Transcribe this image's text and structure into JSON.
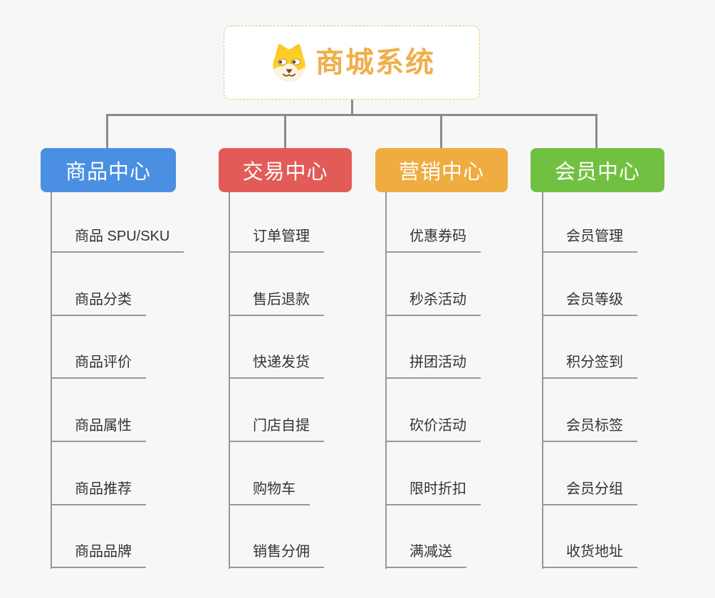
{
  "root": {
    "title": "商城系统",
    "icon": "dog-face-icon"
  },
  "branches": [
    {
      "label": "商品中心",
      "color": "#4a8fe2",
      "items": [
        "商品 SPU/SKU",
        "商品分类",
        "商品评价",
        "商品属性",
        "商品推荐",
        "商品品牌"
      ]
    },
    {
      "label": "交易中心",
      "color": "#e25b57",
      "items": [
        "订单管理",
        "售后退款",
        "快递发货",
        "门店自提",
        "购物车",
        "销售分佣"
      ]
    },
    {
      "label": "营销中心",
      "color": "#efac40",
      "items": [
        "优惠券码",
        "秒杀活动",
        "拼团活动",
        "砍价活动",
        "限时折扣",
        "满减送"
      ]
    },
    {
      "label": "会员中心",
      "color": "#72c041",
      "items": [
        "会员管理",
        "会员等级",
        "积分签到",
        "会员标签",
        "会员分组",
        "收货地址"
      ]
    }
  ],
  "colors": {
    "background": "#f7f7f7",
    "root_accent": "#f0ae4c",
    "root_border": "#efbd6e",
    "connector": "#8a8a8a",
    "underline": "#979797",
    "leaf_text": "#333333"
  }
}
